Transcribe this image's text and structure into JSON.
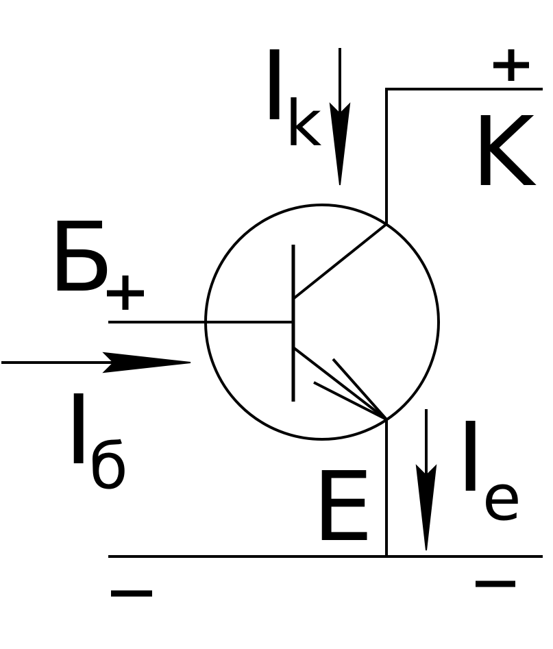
{
  "diagram": {
    "terminals": {
      "base": "Б",
      "collector": "K",
      "emitter": "E"
    },
    "currents": {
      "base_symbol": "I",
      "base_subscript": "б",
      "collector_symbol": "I",
      "collector_subscript": "k",
      "emitter_symbol": "I",
      "emitter_subscript": "e"
    },
    "polarity": {
      "base": "+",
      "collector": "+",
      "emitter_left": "−",
      "emitter_right": "−"
    }
  }
}
